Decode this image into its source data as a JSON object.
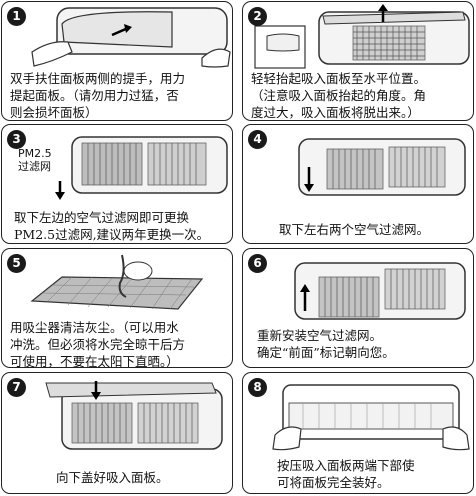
{
  "steps": [
    {
      "num": "1",
      "caption": "双手扶住面板两侧的提手，用力\n提起面板。（请勿用力过猛，否\n则会损坏面板）"
    },
    {
      "num": "2",
      "caption": "轻轻抬起吸入面板至水平位置。\n（注意吸入面板抬起的角度。角\n度过大，吸入面板将脱出来。）"
    },
    {
      "num": "3",
      "caption": "取下左边的空气过滤网即可更换\nPM2.5过滤网,建议两年更换一次。",
      "label": "PM2.5\n过滤网"
    },
    {
      "num": "4",
      "caption": "取下左右两个空气过滤网。"
    },
    {
      "num": "5",
      "caption": "用吸尘器清洁灰尘。（可以用水\n冲洗。但必须将水完全晾干后方\n可使用，不要在太阳下直晒。）"
    },
    {
      "num": "6",
      "caption": "重新安装空气过滤网。\n确定“前面”标记朝向您。"
    },
    {
      "num": "7",
      "caption": "向下盖好吸入面板。"
    },
    {
      "num": "8",
      "caption": "按压吸入面板两端下部使\n可将面板完全装好。"
    }
  ]
}
